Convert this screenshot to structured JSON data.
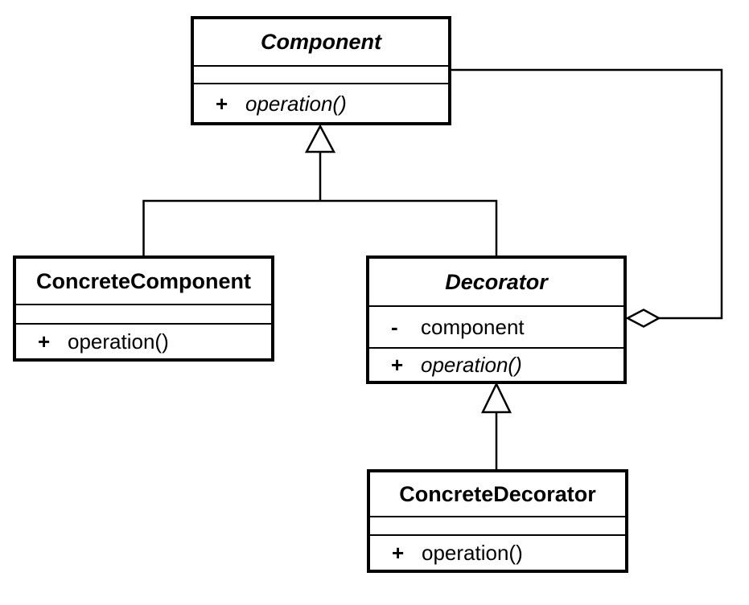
{
  "colors": {
    "line": "#000000",
    "text": "#000000",
    "background": "#ffffff"
  },
  "classes": [
    {
      "name": "Component",
      "abstract": true,
      "attributes": [],
      "methods": [
        {
          "visibility": "+",
          "signature": "operation()",
          "abstract": true
        }
      ]
    },
    {
      "name": "ConcreteComponent",
      "abstract": false,
      "attributes": [],
      "methods": [
        {
          "visibility": "+",
          "signature": "operation()",
          "abstract": false
        }
      ]
    },
    {
      "name": "Decorator",
      "abstract": true,
      "attributes": [
        {
          "visibility": "-",
          "name": "component"
        }
      ],
      "methods": [
        {
          "visibility": "+",
          "signature": "operation()",
          "abstract": true
        }
      ]
    },
    {
      "name": "ConcreteDecorator",
      "abstract": false,
      "attributes": [],
      "methods": [
        {
          "visibility": "+",
          "signature": "operation()",
          "abstract": false
        }
      ]
    }
  ],
  "relationships": [
    {
      "type": "generalization",
      "from": "ConcreteComponent",
      "to": "Component"
    },
    {
      "type": "generalization",
      "from": "Decorator",
      "to": "Component"
    },
    {
      "type": "generalization",
      "from": "ConcreteDecorator",
      "to": "Decorator"
    },
    {
      "type": "aggregation",
      "owner": "Decorator",
      "part": "Component"
    }
  ]
}
